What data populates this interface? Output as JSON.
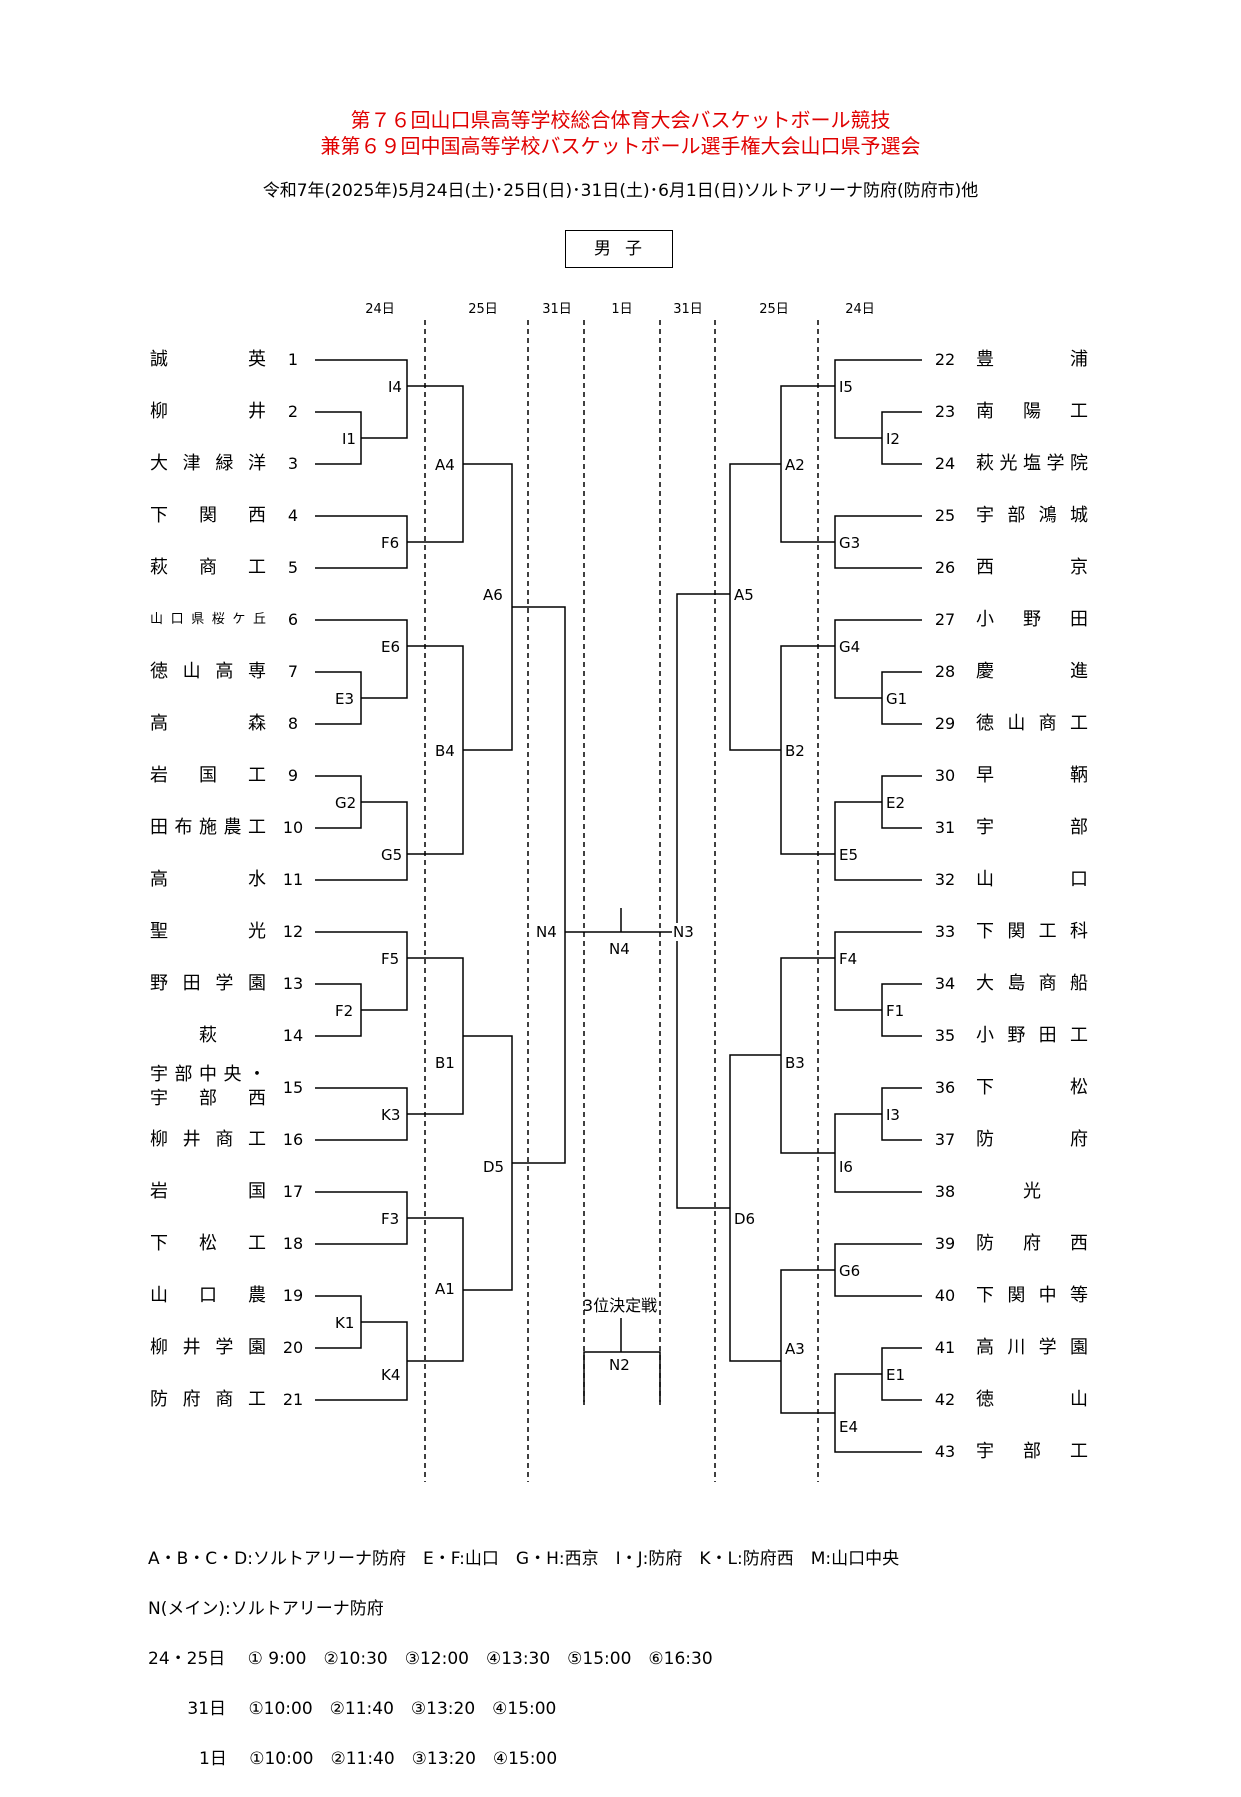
{
  "title_line1": "第７６回山口県高等学校総合体育大会バスケットボール競技",
  "title_line2": "兼第６９回中国高等学校バスケットボール選手権大会山口県予選会",
  "subtitle": "令和7年(2025年)5月24日(土)･25日(日)･31日(土)･6月1日(日)ソルトアリーナ防府(防府市)他",
  "gender": "男子",
  "days": [
    "24日",
    "25日",
    "31日",
    "1日",
    "31日",
    "25日",
    "24日"
  ],
  "left_teams": [
    {
      "name": "誠英",
      "num": "1"
    },
    {
      "name": "柳井",
      "num": "2"
    },
    {
      "name": "大津緑洋",
      "num": "3"
    },
    {
      "name": "下関西",
      "num": "4"
    },
    {
      "name": "萩商工",
      "num": "5"
    },
    {
      "name": "山口県桜ケ丘",
      "num": "6"
    },
    {
      "name": "徳山高専",
      "num": "7"
    },
    {
      "name": "高森",
      "num": "8"
    },
    {
      "name": "岩国工",
      "num": "9"
    },
    {
      "name": "田布施農工",
      "num": "10"
    },
    {
      "name": "高水",
      "num": "11"
    },
    {
      "name": "聖光",
      "num": "12"
    },
    {
      "name": "野田学園",
      "num": "13"
    },
    {
      "name": "萩",
      "num": "14"
    },
    {
      "name": "宇部中央・",
      "name2": "宇部西",
      "num": "15"
    },
    {
      "name": "柳井商工",
      "num": "16"
    },
    {
      "name": "岩国",
      "num": "17"
    },
    {
      "name": "下松工",
      "num": "18"
    },
    {
      "name": "山口農",
      "num": "19"
    },
    {
      "name": "柳井学園",
      "num": "20"
    },
    {
      "name": "防府商工",
      "num": "21"
    }
  ],
  "right_teams": [
    {
      "name": "豊浦",
      "num": "22"
    },
    {
      "name": "南陽工",
      "num": "23"
    },
    {
      "name": "萩光塩学院",
      "num": "24"
    },
    {
      "name": "宇部鴻城",
      "num": "25"
    },
    {
      "name": "西京",
      "num": "26"
    },
    {
      "name": "小野田",
      "num": "27"
    },
    {
      "name": "慶進",
      "num": "28"
    },
    {
      "name": "徳山商工",
      "num": "29"
    },
    {
      "name": "早鞆",
      "num": "30"
    },
    {
      "name": "宇部",
      "num": "31"
    },
    {
      "name": "山口",
      "num": "32"
    },
    {
      "name": "下関工科",
      "num": "33"
    },
    {
      "name": "大島商船",
      "num": "34"
    },
    {
      "name": "小野田工",
      "num": "35"
    },
    {
      "name": "下松",
      "num": "36"
    },
    {
      "name": "防府",
      "num": "37"
    },
    {
      "name": "光",
      "num": "38"
    },
    {
      "name": "防府西",
      "num": "39"
    },
    {
      "name": "下関中等",
      "num": "40"
    },
    {
      "name": "高川学園",
      "num": "41"
    },
    {
      "name": "徳山",
      "num": "42"
    },
    {
      "name": "宇部工",
      "num": "43"
    }
  ],
  "match_labels": {
    "I4": "I4",
    "I1": "I1",
    "A4": "A4",
    "F6": "F6",
    "A6": "A6",
    "E6": "E6",
    "E3": "E3",
    "B4": "B4",
    "G2": "G2",
    "G5": "G5",
    "F5": "F5",
    "F2": "F2",
    "B1": "B1",
    "K3": "K3",
    "D5": "D5",
    "F3": "F3",
    "A1": "A1",
    "K1": "K1",
    "K4": "K4",
    "N4L": "N4",
    "N4": "N4",
    "N3": "N3",
    "I5": "I5",
    "I2": "I2",
    "A2": "A2",
    "G3": "G3",
    "A5": "A5",
    "G4": "G4",
    "G1": "G1",
    "B2": "B2",
    "E2": "E2",
    "E5": "E5",
    "F4": "F4",
    "F1": "F1",
    "B3": "B3",
    "I3": "I3",
    "I6": "I6",
    "D6": "D6",
    "G6": "G6",
    "A3": "A3",
    "E1": "E1",
    "E4": "E4",
    "N2": "N2"
  },
  "third_place": "3位決定戦",
  "notes": [
    "A・B・C・D:ソルトアリーナ防府　E・F:山口　G・H:西京　I・J:防府　K・L:防府西　M:山口中央",
    "N(メイン):ソルトアリーナ防府",
    "24・25日　 ① 9:00　②10:30　③12:00　④13:30　⑤15:00　⑥16:30",
    "　　 31日　 ①10:00　②11:40　③13:20　④15:00",
    "　　　1日　 ①10:00　②11:40　③13:20　④15:00"
  ]
}
